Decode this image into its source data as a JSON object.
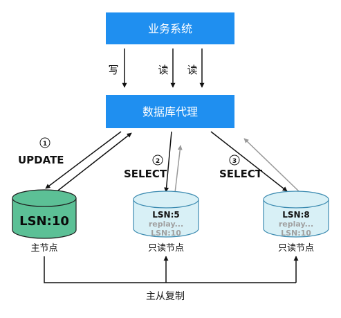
{
  "business_system": {
    "label": "业务系统"
  },
  "proxy": {
    "label": "数据库代理"
  },
  "edge_labels": {
    "write": "写",
    "read1": "读",
    "read2": "读"
  },
  "primary": {
    "lsn": "LSN:10",
    "caption": "主节点"
  },
  "replica1": {
    "lsn": "LSN:5",
    "replay": "replay...",
    "target": "LSN:10",
    "caption": "只读节点"
  },
  "replica2": {
    "lsn": "LSN:8",
    "replay": "replay...",
    "target": "LSN:10",
    "caption": "只读节点"
  },
  "steps": [
    {
      "number": "1",
      "label": "UPDATE"
    },
    {
      "number": "2",
      "label": "SELECT"
    },
    {
      "number": "3",
      "label": "SELECT"
    }
  ],
  "replication": {
    "label": "主从复制"
  },
  "colors": {
    "box_blue": "#1f8ff0",
    "primary_green": "#5cc096",
    "replica_fill": "#d8f0f6"
  }
}
